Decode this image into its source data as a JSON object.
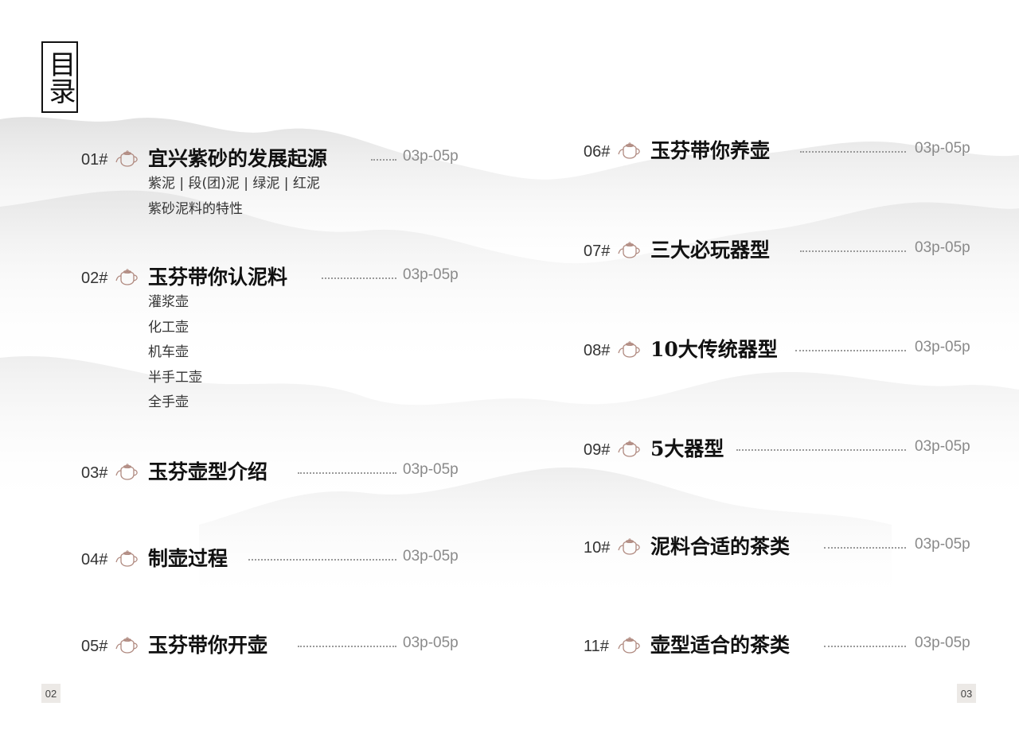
{
  "header": {
    "title": "目录"
  },
  "toc": {
    "left": [
      {
        "num": "01#",
        "title": "宜兴紫砂的发展起源",
        "pages": "03p-05p",
        "subs": [
          "紫泥 | 段(团)泥 | 绿泥 | 红泥",
          "紫砂泥料的特性"
        ]
      },
      {
        "num": "02#",
        "title": "玉芬带你认泥料",
        "pages": "03p-05p",
        "subs": [
          "灌浆壶",
          "化工壶",
          "机车壶",
          "半手工壶",
          "全手壶"
        ]
      },
      {
        "num": "03#",
        "title": "玉芬壶型介绍",
        "pages": "03p-05p",
        "subs": []
      },
      {
        "num": "04#",
        "title": "制壶过程",
        "pages": "03p-05p",
        "subs": []
      },
      {
        "num": "05#",
        "title": "玉芬带你开壶",
        "pages": "03p-05p",
        "subs": []
      }
    ],
    "right": [
      {
        "num": "06#",
        "title": "玉芬带你养壶",
        "pages": "03p-05p",
        "subs": []
      },
      {
        "num": "07#",
        "title": "三大必玩器型",
        "pages": "03p-05p",
        "subs": []
      },
      {
        "num": "08#",
        "title": "10大传统器型",
        "pages": "03p-05p",
        "subs": []
      },
      {
        "num": "09#",
        "title": "5大器型",
        "pages": "03p-05p",
        "subs": []
      },
      {
        "num": "10#",
        "title": "泥料合适的茶类",
        "pages": "03p-05p",
        "subs": []
      },
      {
        "num": "11#",
        "title": "壶型适合的茶类",
        "pages": "03p-05p",
        "subs": []
      }
    ]
  },
  "footer": {
    "left_page": "02",
    "right_page": "03"
  },
  "colors": {
    "teapot_outline": "#b08a80",
    "ink_mountains": "#e2e2e2",
    "page_badge_bg": "#ece9e6"
  },
  "icons": {
    "entry_icon": "teapot-icon"
  }
}
